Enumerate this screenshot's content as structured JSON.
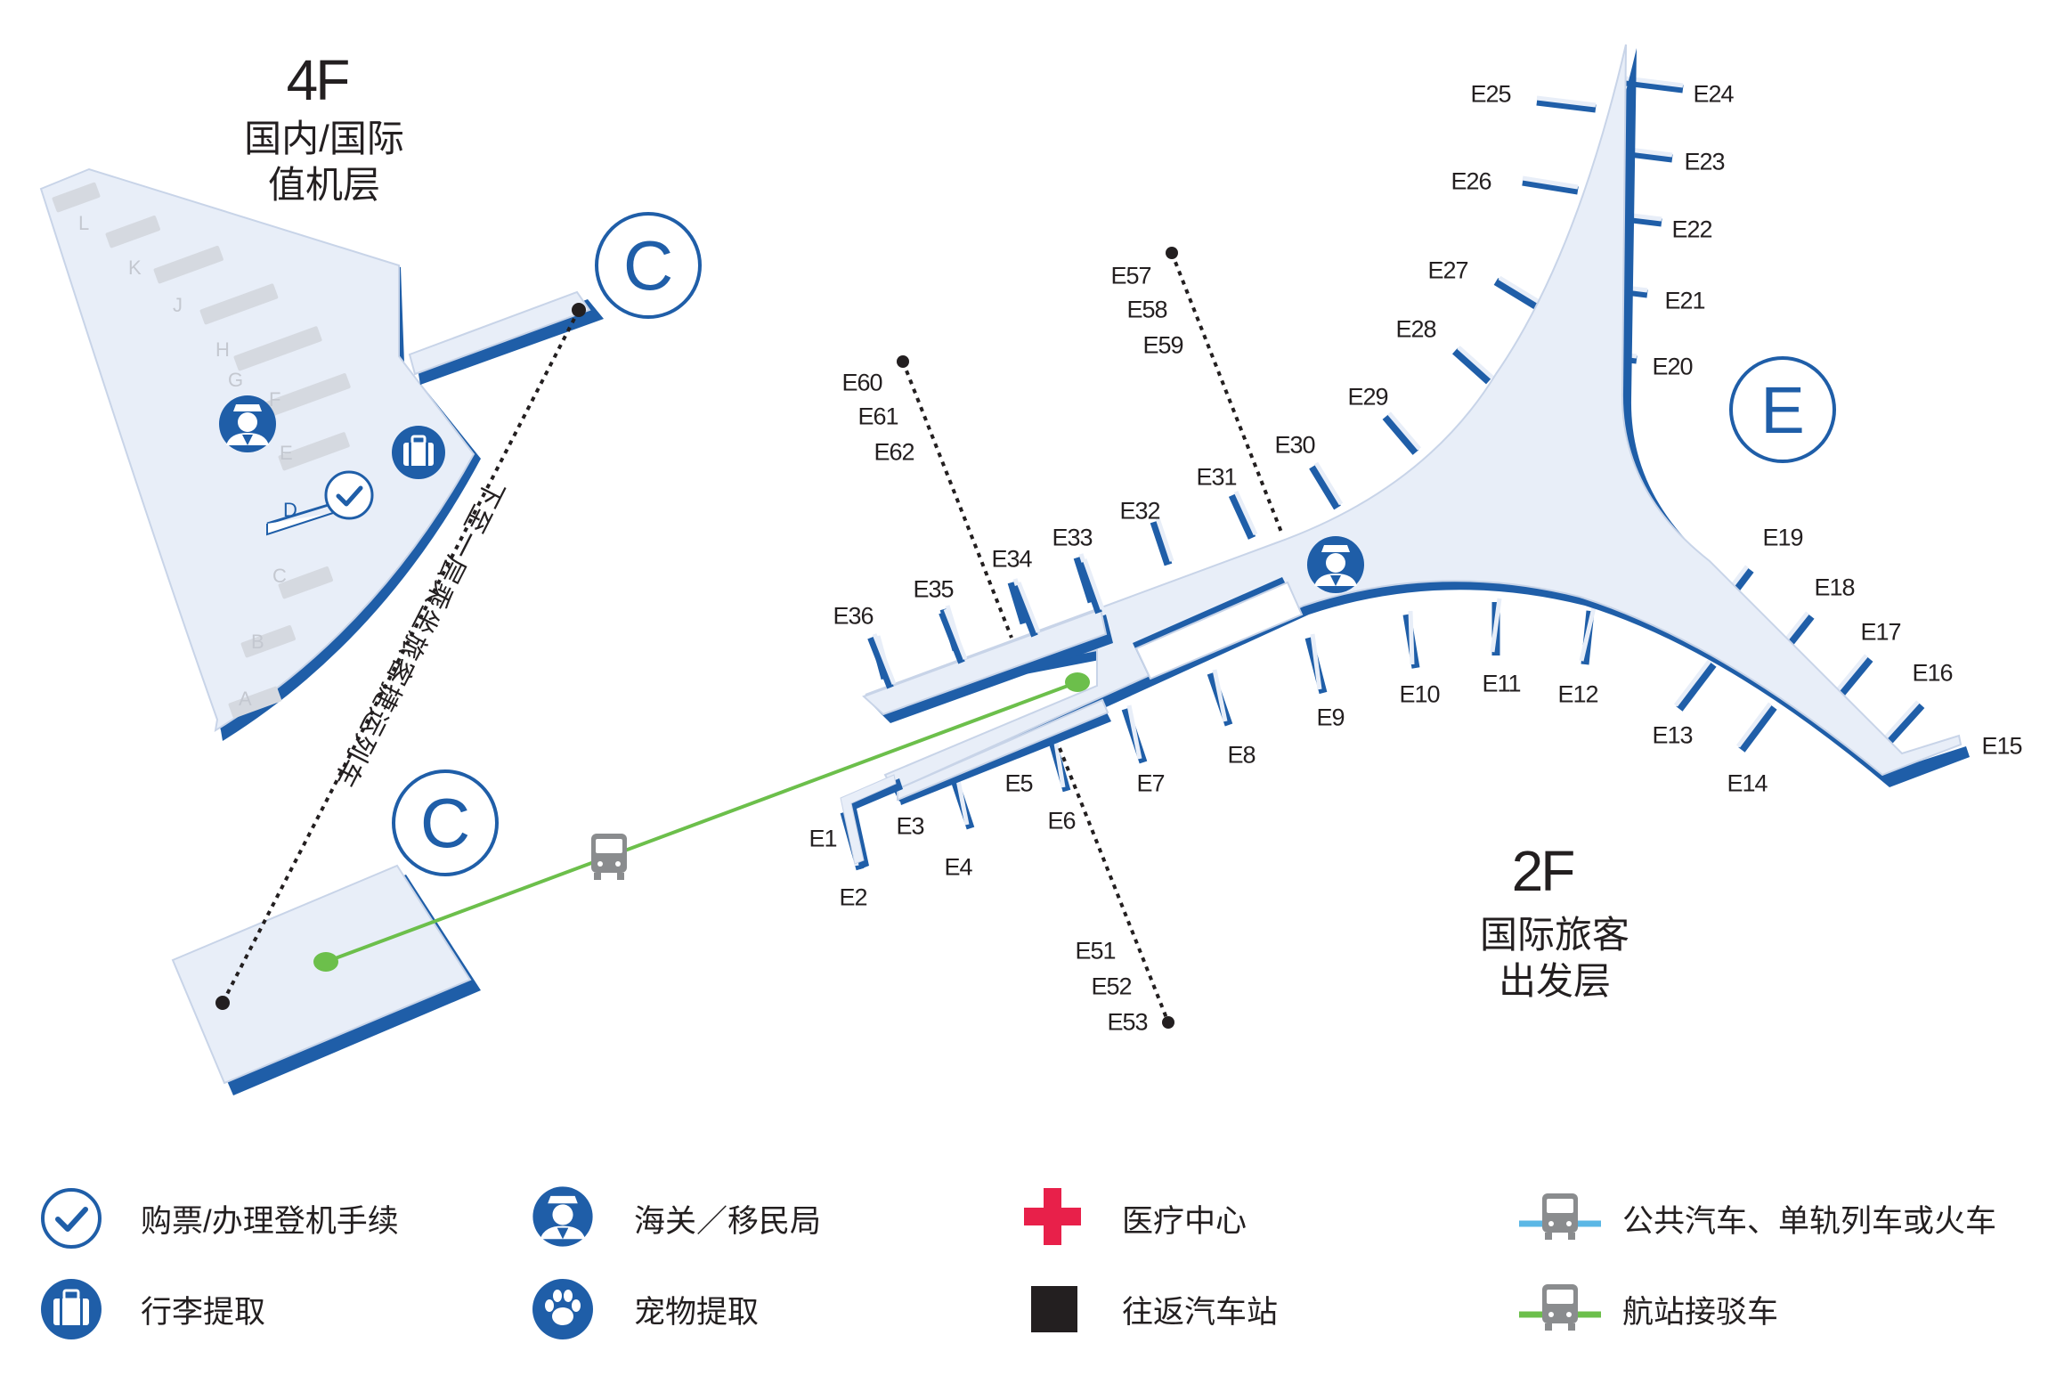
{
  "floors": {
    "upper": {
      "level": "4F",
      "name_line1": "国内/国际",
      "name_line2": "值机层"
    },
    "lower": {
      "level": "2F",
      "name_line1": "国际旅客",
      "name_line2": "出发层"
    }
  },
  "concourse_badges": {
    "c": "C",
    "e": "E"
  },
  "train_note": "下至一层乘坐旅客捷运列车",
  "checkin_rows": [
    "L",
    "K",
    "J",
    "H",
    "G",
    "F",
    "E",
    "D",
    "C",
    "B",
    "A"
  ],
  "gates": {
    "E1": "E1",
    "E2": "E2",
    "E3": "E3",
    "E4": "E4",
    "E5": "E5",
    "E6": "E6",
    "E7": "E7",
    "E8": "E8",
    "E9": "E9",
    "E10": "E10",
    "E11": "E11",
    "E12": "E12",
    "E13": "E13",
    "E14": "E14",
    "E15": "E15",
    "E16": "E16",
    "E17": "E17",
    "E18": "E18",
    "E19": "E19",
    "E20": "E20",
    "E21": "E21",
    "E22": "E22",
    "E23": "E23",
    "E24": "E24",
    "E25": "E25",
    "E26": "E26",
    "E27": "E27",
    "E28": "E28",
    "E29": "E29",
    "E30": "E30",
    "E31": "E31",
    "E32": "E32",
    "E33": "E33",
    "E34": "E34",
    "E35": "E35",
    "E36": "E36",
    "E51": "E51",
    "E52": "E52",
    "E53": "E53",
    "E57": "E57",
    "E58": "E58",
    "E59": "E59",
    "E60": "E60",
    "E61": "E61",
    "E62": "E62"
  },
  "legend": {
    "checkin": "购票/办理登机手续",
    "customs": "海关／移民局",
    "medical": "医疗中心",
    "public_transit": "公共汽车、单轨列车或火车",
    "baggage": "行李提取",
    "pet": "宠物提取",
    "shuttle_stop": "往返汽车站",
    "terminal_shuttle": "航站接驳车"
  },
  "colors": {
    "terminal_fill": "#e8eef8",
    "terminal_edge": "#1f5ea8",
    "brand_blue": "#1f5ea8",
    "shuttle_line": "#6cbf4b",
    "transit_line": "#5bb7e5",
    "medical_red": "#e8204a",
    "dotted_path": "#231f20"
  },
  "icons": [
    "check-icon",
    "customs-officer-icon",
    "medical-cross-icon",
    "bus-icon",
    "suitcase-icon",
    "paw-icon",
    "shuttle-stop-icon"
  ]
}
